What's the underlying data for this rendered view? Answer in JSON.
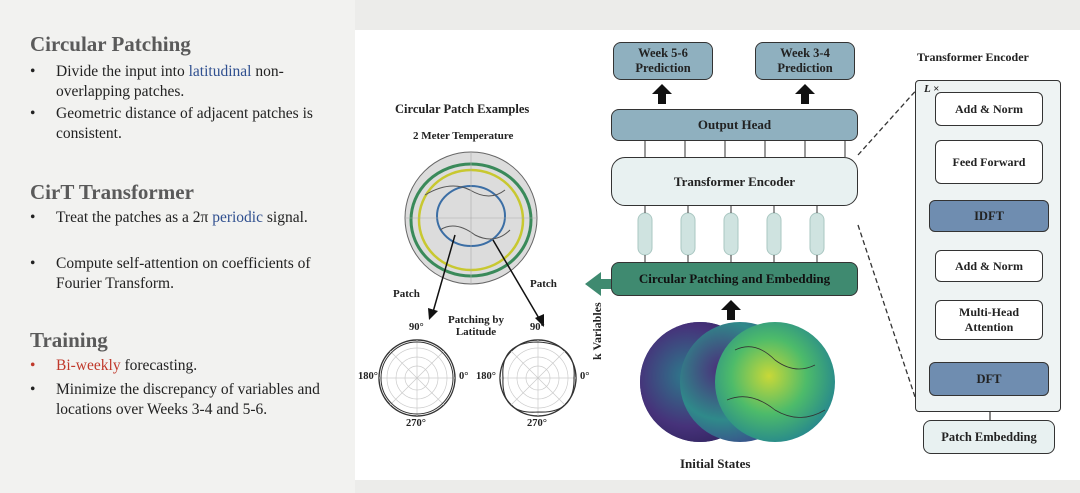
{
  "left": {
    "sections": [
      {
        "title": "Circular Patching",
        "bullets": [
          {
            "pre": "Divide the input into ",
            "hl": "latitudinal",
            "post": " non-overlapping patches."
          },
          {
            "pre": "Geometric distance of adjacent patches is consistent.",
            "hl": "",
            "post": ""
          }
        ]
      },
      {
        "title": "CirT Transformer",
        "bullets": [
          {
            "pre": "Treat the patches as a 2π ",
            "hl": "periodic",
            "post": " signal."
          },
          {
            "pre": "Compute self-attention on coefficients of Fourier Transform.",
            "hl": "",
            "post": ""
          }
        ]
      },
      {
        "title": "Training",
        "bullets": [
          {
            "pre": "",
            "hl": "Bi-weekly",
            "post": " forecasting."
          },
          {
            "pre": "Minimize the discrepancy of variables and locations over Weeks 3-4 and 5-6.",
            "hl": "",
            "post": ""
          }
        ]
      }
    ],
    "bullet_char": "•"
  },
  "diagram": {
    "examples_title": "Circular Patch Examples",
    "temp_label": "2 Meter Temperature",
    "patch_left": "Patch",
    "patch_right": "Patch",
    "patching_by": "Patching by",
    "latitude": "Latitude",
    "polar": {
      "top": "90°",
      "left": "180°",
      "right": "0°",
      "bottom": "270°"
    },
    "week56": "Week 5-6 Prediction",
    "week34": "Week 3-4 Prediction",
    "output_head": "Output Head",
    "transformer_encoder": "Transformer Encoder",
    "circular_patching": "Circular Patching and Embedding",
    "k_variables": "k Variables",
    "initial_states": "Initial States",
    "encoder_title": "Transformer Encoder",
    "lx": "L ×",
    "add_norm_1": "Add & Norm",
    "feed_forward": "Feed Forward",
    "idft": "IDFT",
    "add_norm_2": "Add & Norm",
    "mha": "Multi-Head Attention",
    "dft": "DFT",
    "patch_embedding": "Patch Embedding"
  },
  "colors": {
    "dark_box": "#8fb0bf",
    "light_box": "#e8f1f1",
    "teal_box": "#3f8a70",
    "fourier_box": "#6f8db0",
    "highlight_blue": "#2f4f8f",
    "highlight_red": "#c0392b"
  }
}
